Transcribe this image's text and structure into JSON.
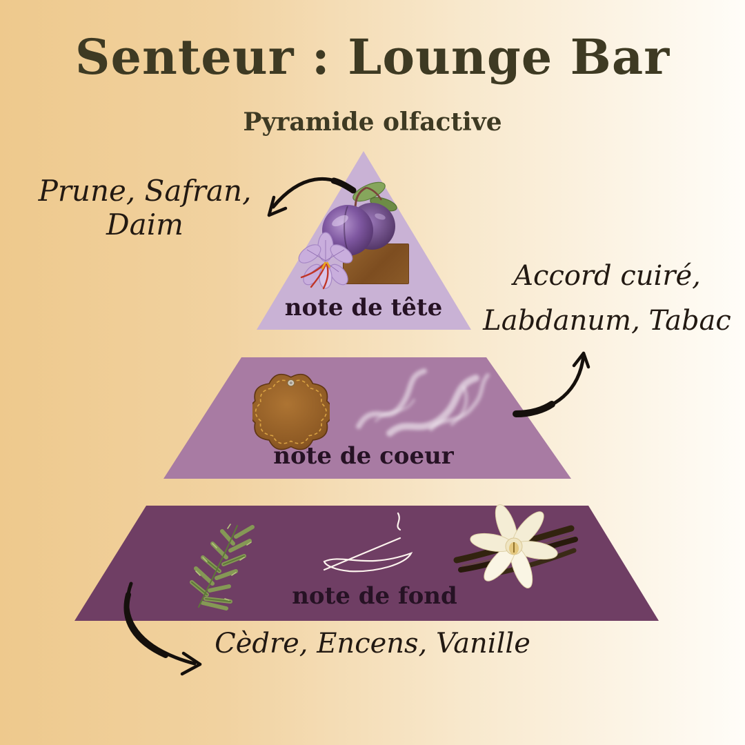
{
  "title": "Senteur : Lounge Bar",
  "subtitle": "Pyramide olfactive",
  "pyramid": {
    "tiers": [
      {
        "label": "note de tête",
        "color": "#c9b2d5",
        "icons": [
          "plum-icon",
          "saffron-flower-icon",
          "suede-swatch-icon"
        ]
      },
      {
        "label": "note de coeur",
        "color": "#a87ba3",
        "icons": [
          "leather-patch-icon",
          "smoke-icon"
        ]
      },
      {
        "label": "note de fond",
        "color": "#6f3e64",
        "icons": [
          "cedar-branch-icon",
          "incense-stick-icon",
          "vanilla-flower-icon"
        ]
      }
    ]
  },
  "annotations": {
    "top_notes": "Prune, Safran, Daim",
    "heart_notes_line1": "Accord cuiré,",
    "heart_notes_line2": "Labdanum, Tabac",
    "base_notes": "Cèdre, Encens, Vanille"
  },
  "colors": {
    "background_left": "#eec98d",
    "background_right": "#fffdf8",
    "title_text": "#3e3a23",
    "tier_label_text": "#261224",
    "annotation_text": "#221912",
    "arrow": "#15100c"
  }
}
